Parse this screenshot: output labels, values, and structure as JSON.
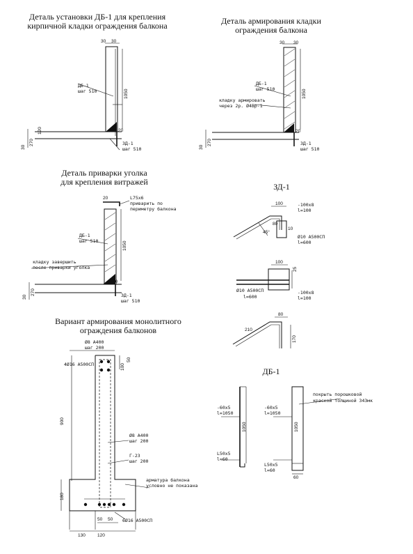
{
  "titles": {
    "detail_db1_install": "Деталь установки ДБ-1 для крепления\nкирпичной кладки ограждения балкона",
    "detail_reinforce": "Деталь армирования кладки\nограждения балкона",
    "detail_angle_weld": "Деталь приварки уголка\nдля крепления витражей",
    "zd1": "ЗД-1",
    "monolith": "Вариант армирования монолитного\nограждения балконов",
    "db1": "ДБ-1"
  },
  "d1": {
    "db1": "ДБ-1",
    "step1": "шаг 510",
    "zd1": "ЗД-1",
    "step2": "шаг 510",
    "h1050": "1050",
    "d20": "20",
    "d30a": "30",
    "d30b": "30",
    "d120": "120",
    "d270": "270",
    "d30c": "30"
  },
  "d2": {
    "db1": "ДБ-1",
    "step1": "шаг 510",
    "mesh1": "кладку армировать",
    "mesh2": "через 2р. Ø4Вр-1",
    "zd1": "ЗД-1",
    "step2": "шаг 510",
    "h1050": "1050",
    "d20": "20",
    "d30a": "30",
    "d30b": "30",
    "d270": "270",
    "d30c": "30"
  },
  "d3": {
    "l75": "L75x6",
    "weld1": "приварить по",
    "weld2": "периметру балкона",
    "db1": "ДБ-1",
    "step1": "шаг 510",
    "grout1": "кладку завершить",
    "grout2": "после приварки уголка",
    "zd1": "ЗД-1",
    "step2": "шаг 510",
    "h1050": "1050",
    "d20a": "20",
    "d20b": "20",
    "d270": "270",
    "d30": "30"
  },
  "zd1": {
    "d100a": "100",
    "pl1": "-100х8",
    "pl1b": "l=100",
    "d80a": "80",
    "d10": "10",
    "bar1": "Ø10 А500СП",
    "bar1b": "l=600",
    "d100b": "100",
    "d25": "25",
    "pl2": "-100х8",
    "pl2b": "l=100",
    "bar2": "Ø10 А500СП",
    "bar2b": "l=600",
    "d80b": "80",
    "d210": "210",
    "d170": "170",
    "d45": "45°"
  },
  "mono": {
    "r8": "Ø8 А400",
    "r8s": "шаг 200",
    "r16": "4Ø16 А500СП",
    "d100": "100",
    "d50": "50",
    "d900": "900",
    "r8b": "Ø8 А400",
    "r8bs": "шаг 200",
    "g23": "Г-23",
    "g23s": "шаг 200",
    "note1": "арматура балкона",
    "note2": "условно не показана",
    "d180": "180",
    "r16b": "6Ø16 А500СП",
    "d50a": "50",
    "d50b": "50",
    "d130": "130",
    "d120": "120"
  },
  "db1": {
    "p1": "-60х5",
    "p1b": "l=1050",
    "a1": "L50х5",
    "a1b": "l=60",
    "h1": "1050",
    "p2": "-60х5",
    "p2b": "l=1050",
    "a2": "L50х5",
    "a2b": "l=60",
    "h2": "1050",
    "d60": "60",
    "paint1": "покрыть порошковой",
    "paint2": "краской толщиной 343мк"
  }
}
